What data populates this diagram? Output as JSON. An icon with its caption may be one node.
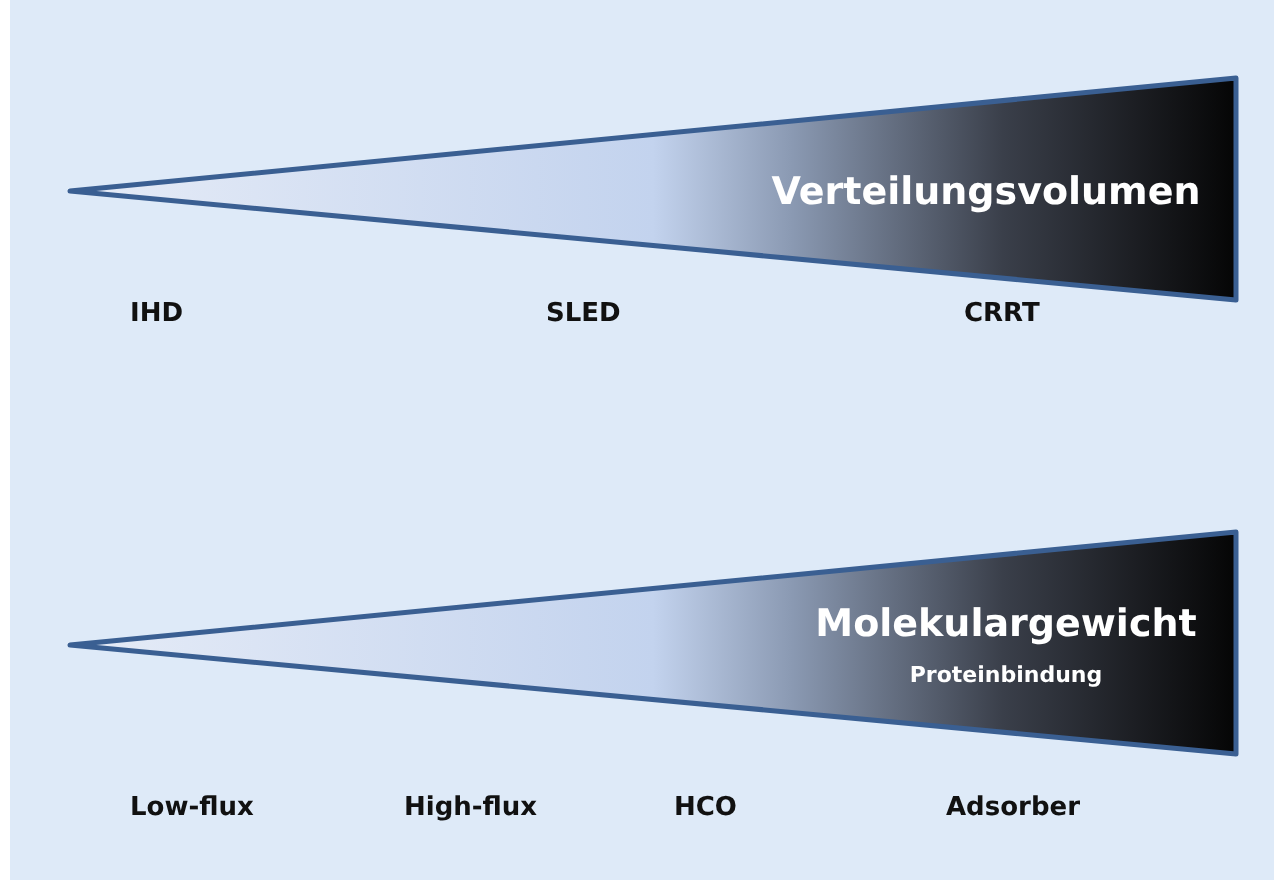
{
  "diagram": {
    "nodes": [
      {
        "text": [
          "Verteilungsvolumen"
        ]
      },
      {
        "text": [
          "Molekulargewicht",
          "Proteinbindung"
        ]
      }
    ],
    "labels": [
      "IHD",
      "SLED",
      "CRRT",
      "Low-flux",
      "High-flux",
      "HCO",
      "Adsorber"
    ]
  }
}
